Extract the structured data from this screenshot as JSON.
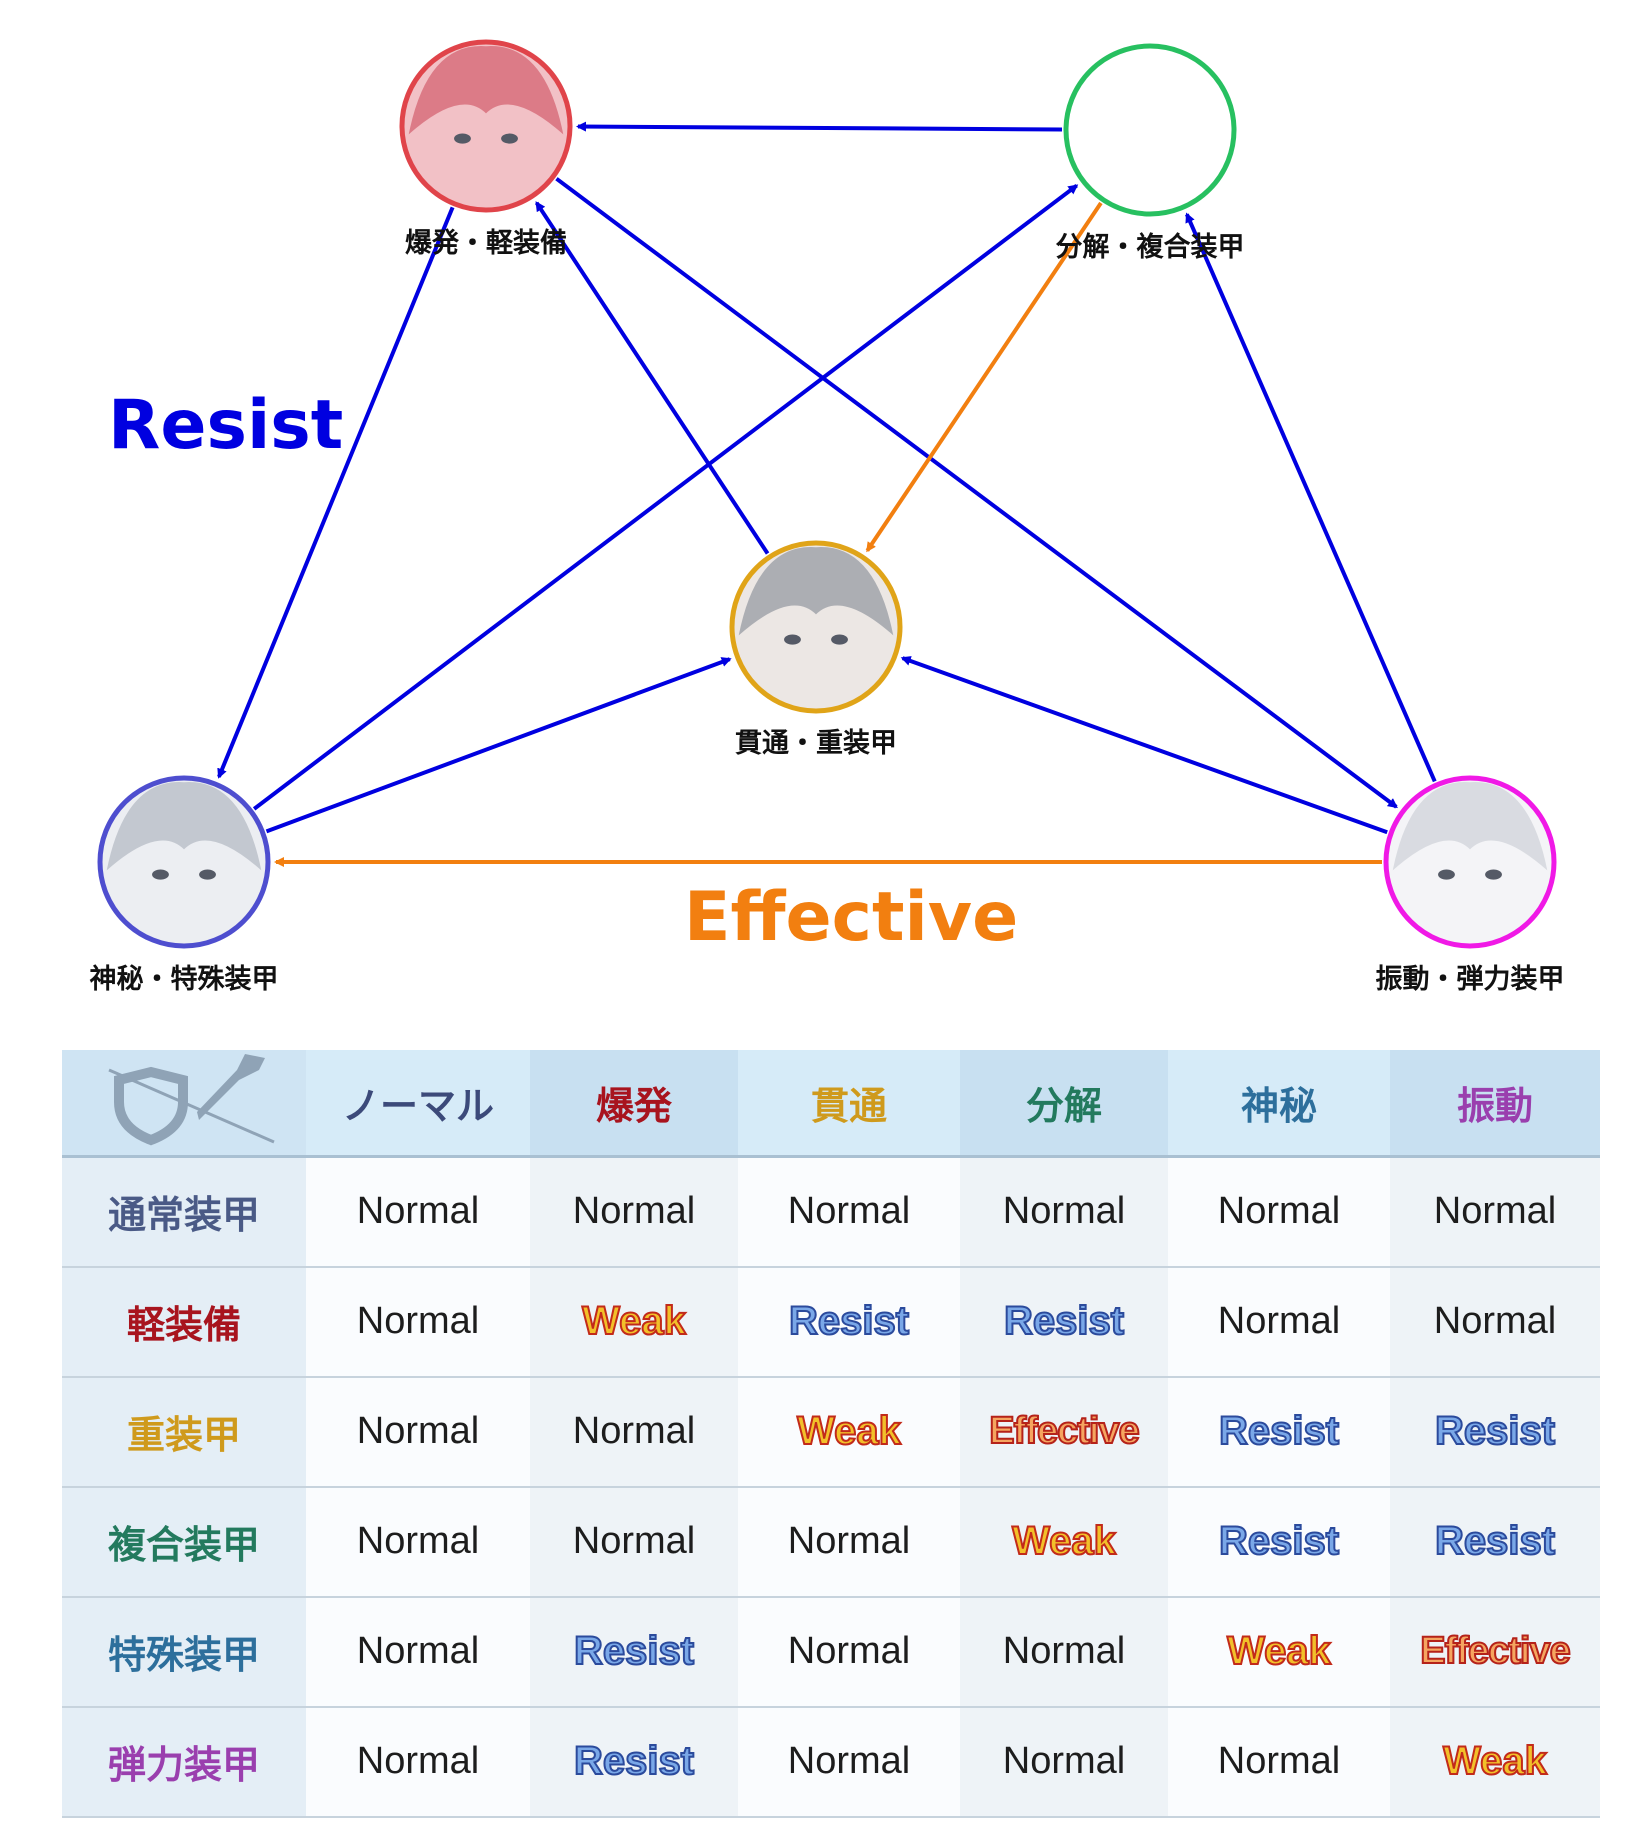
{
  "diagram": {
    "resist_label": "Resist",
    "effective_label": "Effective",
    "colors": {
      "resist": "#0000e0",
      "effective": "#f27f10"
    },
    "nodes": [
      {
        "id": "explosive",
        "label": "爆発・軽装備",
        "ring": "#e0444a",
        "face": "#f2c1c6",
        "hair": "#d9737f"
      },
      {
        "id": "decompose",
        "label": "分解・複合装甲",
        "ring": "#27c060",
        "face": "#ffffff",
        "hair": "#ffffff"
      },
      {
        "id": "pierce",
        "label": "貫通・重装甲",
        "ring": "#e0a418",
        "face": "#ece7e4",
        "hair": "#a5a7ad"
      },
      {
        "id": "mystic",
        "label": "神秘・特殊装甲",
        "ring": "#4e4ecf",
        "face": "#eceef2",
        "hair": "#bfc3cc"
      },
      {
        "id": "vibrate",
        "label": "振動・弾力装甲",
        "ring": "#f019e6",
        "face": "#f4f4f7",
        "hair": "#d6d8de"
      }
    ]
  },
  "table": {
    "attack_types": [
      {
        "label": "ノーマル",
        "color": "#3c4a7a"
      },
      {
        "label": "爆発",
        "color": "#a8141e"
      },
      {
        "label": "貫通",
        "color": "#cf9a1c"
      },
      {
        "label": "分解",
        "color": "#237a5e"
      },
      {
        "label": "神秘",
        "color": "#2d6f9c"
      },
      {
        "label": "振動",
        "color": "#9a3fae"
      }
    ],
    "rows": [
      {
        "armor": "通常装甲",
        "color": "#4a5a86",
        "values": [
          "Normal",
          "Normal",
          "Normal",
          "Normal",
          "Normal",
          "Normal"
        ]
      },
      {
        "armor": "軽装備",
        "color": "#a8141e",
        "values": [
          "Normal",
          "Weak",
          "Resist",
          "Resist",
          "Normal",
          "Normal"
        ]
      },
      {
        "armor": "重装甲",
        "color": "#cf9a1c",
        "values": [
          "Normal",
          "Normal",
          "Weak",
          "Effective",
          "Resist",
          "Resist"
        ]
      },
      {
        "armor": "複合装甲",
        "color": "#237a5e",
        "values": [
          "Normal",
          "Normal",
          "Normal",
          "Weak",
          "Resist",
          "Resist"
        ]
      },
      {
        "armor": "特殊装甲",
        "color": "#2d6f9c",
        "values": [
          "Normal",
          "Resist",
          "Normal",
          "Normal",
          "Weak",
          "Effective"
        ]
      },
      {
        "armor": "弾力装甲",
        "color": "#9a3fae",
        "values": [
          "Normal",
          "Resist",
          "Normal",
          "Normal",
          "Normal",
          "Weak"
        ]
      }
    ]
  }
}
